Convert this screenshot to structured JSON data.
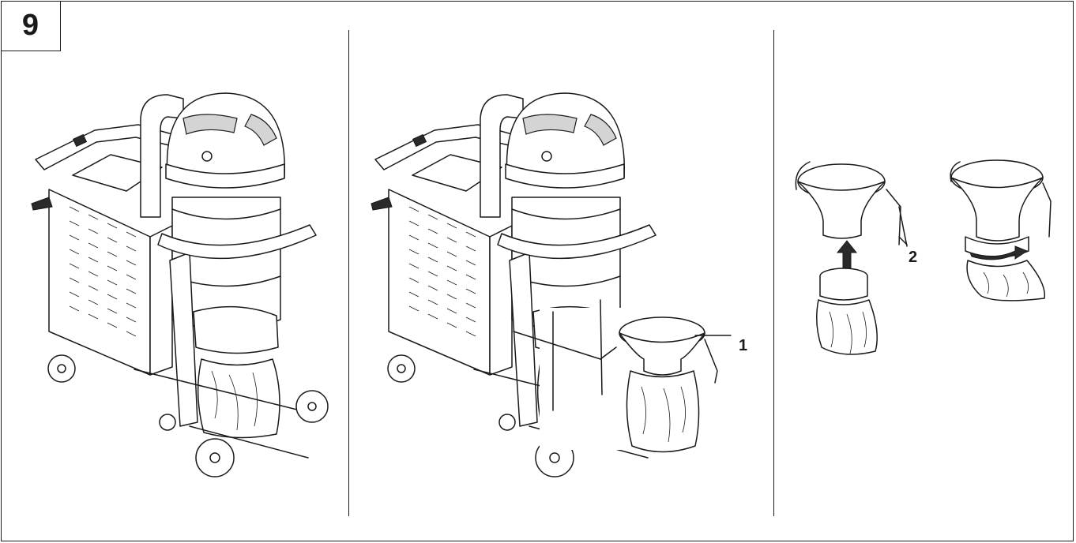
{
  "figure": {
    "number": "9"
  },
  "callouts": [
    {
      "id": "1",
      "label": "1"
    },
    {
      "id": "2",
      "label": "2"
    }
  ],
  "colors": {
    "line": "#1a1a1a",
    "fill": "#ffffff",
    "shade": "#d4d4d4",
    "dark": "#2a2a2a"
  }
}
